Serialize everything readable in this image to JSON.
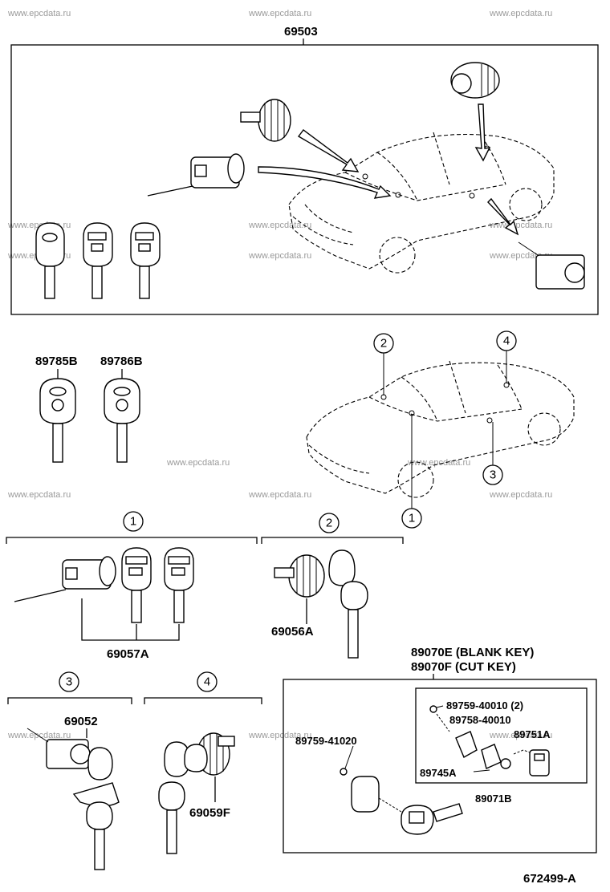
{
  "watermark": "www.epcdata.ru",
  "labels": {
    "top_assembly": "69503",
    "remote_key_1": "89785B",
    "remote_key_2": "89786B",
    "cylinder_set_1": "69057A",
    "cylinder_set_2": "69056A",
    "cylinder_set_3": "69052",
    "cylinder_set_4": "69059F",
    "blank_key": "89070E (BLANK KEY)",
    "cut_key": "89070F (CUT KEY)",
    "screw_a": "89759-40010 (2)",
    "case_b": "89758-40010",
    "screw_c": "89759-41020",
    "board": "89751A",
    "battery": "89745A",
    "transmitter": "89071B",
    "figure_no": "672499-A"
  },
  "callouts": [
    "1",
    "2",
    "3",
    "4"
  ]
}
